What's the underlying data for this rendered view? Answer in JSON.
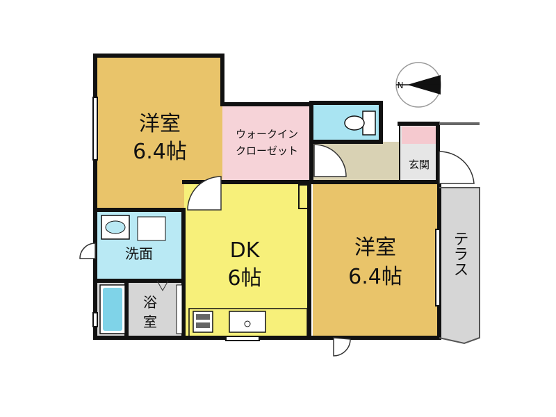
{
  "rooms": {
    "western_room_1": {
      "name": "洋室",
      "size": "6.4帖",
      "color": "#E9C46A"
    },
    "walk_in_closet": {
      "line1": "ウォークイン",
      "line2": "クローゼット",
      "color": "#F6D3D8"
    },
    "toilet": {
      "color": "#A9E4F2"
    },
    "hall": {
      "color": "#D9D2B4"
    },
    "entrance": {
      "name": "玄関",
      "color": "#F5C9CF"
    },
    "washroom": {
      "name": "洗面",
      "color": "#B9E9F4"
    },
    "dining_kitchen": {
      "name": "DK",
      "size": "6帖",
      "color": "#F7F07A"
    },
    "bathroom": {
      "line1": "浴",
      "line2": "室",
      "color": "#D6D6D6"
    },
    "western_room_2": {
      "name": "洋室",
      "size": "6.4帖",
      "color": "#E9C46A"
    },
    "terrace": {
      "name": "テラス",
      "color": "#D6D6D6"
    }
  },
  "compass": {
    "north_label": "N",
    "icon": "north-arrow-pointing-left"
  },
  "fixtures": [
    "toilet-icon",
    "washbasin-icon",
    "bathtub-icon",
    "stove-icon",
    "kitchen-sink-icon",
    "refrigerator-space-icon"
  ],
  "colors": {
    "wall": "#111111",
    "door_arc": "#333333"
  }
}
